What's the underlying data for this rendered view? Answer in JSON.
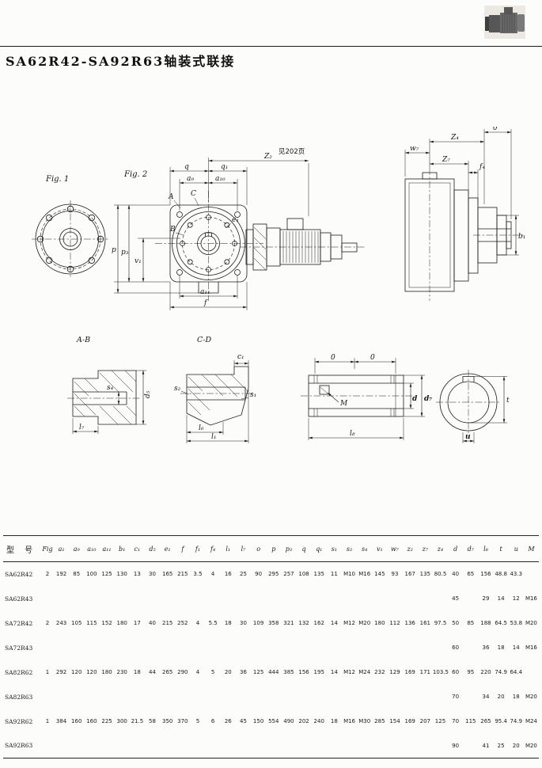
{
  "page": {
    "title": "SA62R42-SA92R63轴装式联接"
  },
  "figures": {
    "fig1_label": "Fig. 1",
    "fig2_label": "Fig. 2",
    "section_ab": "A-B",
    "section_cd": "C-D",
    "note": "见202页",
    "labels": {
      "q": "q",
      "q1": "q₁",
      "z2": "Z₂",
      "a9": "a₉",
      "a10": "a₁₀",
      "a11": "a₁₁",
      "f": "f",
      "p": "p",
      "p3": "p₃",
      "v1": "v₁",
      "A": "A",
      "B": "B",
      "C": "C",
      "e1": "e₁",
      "w7": "w₇",
      "z7": "Z₇",
      "z4": "Z₄",
      "o": "0",
      "f4": "f₄",
      "b1": "b₁",
      "s4": "s₄",
      "d5": "d₅",
      "l7": "l₇",
      "c1": "c₁",
      "s2": "s₂",
      "s1": "s₁",
      "l6": "l₆",
      "l1": "l₁",
      "M": "M",
      "d": "d",
      "d7": "d₇",
      "l8": "l₈",
      "t": "t",
      "u": "u"
    }
  },
  "table": {
    "model_header": "型  号",
    "columns": [
      "Fig",
      "a₁",
      "a₉",
      "a₁₀",
      "a₁₁",
      "b₁",
      "c₁",
      "d₅",
      "e₁",
      "f",
      "f₁",
      "f₄",
      "l₁",
      "l₇",
      "o",
      "p",
      "p₃",
      "q",
      "q₁",
      "s₁",
      "s₂",
      "s₄",
      "v₁",
      "w₇",
      "z₂",
      "z₇",
      "z₄",
      "d",
      "d₇",
      "l₈",
      "t",
      "u",
      "M"
    ],
    "rows": [
      {
        "model": "SA62R42",
        "values": [
          "2",
          "192",
          "85",
          "100",
          "125",
          "130",
          "13",
          "30",
          "165",
          "215",
          "3.5",
          "4",
          "16",
          "25",
          "90",
          "295",
          "257",
          "108",
          "135",
          "11",
          "M10",
          "M16",
          "145",
          "93",
          "167",
          "135",
          "80.5",
          "40",
          "65",
          "156",
          "48.8",
          "43.3",
          ""
        ]
      },
      {
        "model": "SA62R43",
        "values": [
          "",
          "",
          "",
          "",
          "",
          "",
          "",
          "",
          "",
          "",
          "",
          "",
          "",
          "",
          "",
          "",
          "",
          "",
          "",
          "",
          "",
          "",
          "",
          "",
          "",
          "",
          "",
          "45",
          "",
          "29",
          "14",
          "12",
          "M16"
        ]
      },
      {
        "model": "SA72R42",
        "values": [
          "2",
          "243",
          "105",
          "115",
          "152",
          "180",
          "17",
          "40",
          "215",
          "252",
          "4",
          "5.5",
          "18",
          "30",
          "109",
          "358",
          "321",
          "132",
          "162",
          "14",
          "M12",
          "M20",
          "180",
          "112",
          "136",
          "161",
          "97.5",
          "50",
          "85",
          "188",
          "64.5",
          "53.8",
          "M20"
        ]
      },
      {
        "model": "SA72R43",
        "values": [
          "",
          "",
          "",
          "",
          "",
          "",
          "",
          "",
          "",
          "",
          "",
          "",
          "",
          "",
          "",
          "",
          "",
          "",
          "",
          "",
          "",
          "",
          "",
          "",
          "",
          "",
          "",
          "60",
          "",
          "36",
          "18",
          "14",
          "M16"
        ]
      },
      {
        "model": "SA82R62",
        "values": [
          "1",
          "292",
          "120",
          "120",
          "180",
          "230",
          "18",
          "44",
          "265",
          "290",
          "4",
          "5",
          "20",
          "36",
          "125",
          "444",
          "385",
          "156",
          "195",
          "14",
          "M12",
          "M24",
          "232",
          "129",
          "169",
          "171",
          "103.5",
          "60",
          "95",
          "220",
          "74.9",
          "64.4",
          ""
        ]
      },
      {
        "model": "SA82R63",
        "values": [
          "",
          "",
          "",
          "",
          "",
          "",
          "",
          "",
          "",
          "",
          "",
          "",
          "",
          "",
          "",
          "",
          "",
          "",
          "",
          "",
          "",
          "",
          "",
          "",
          "",
          "",
          "",
          "70",
          "",
          "34",
          "20",
          "18",
          "M20"
        ]
      },
      {
        "model": "SA92R62",
        "values": [
          "1",
          "384",
          "160",
          "160",
          "225",
          "300",
          "21.5",
          "58",
          "350",
          "370",
          "5",
          "6",
          "26",
          "45",
          "150",
          "554",
          "490",
          "202",
          "240",
          "18",
          "M16",
          "M30",
          "285",
          "154",
          "169",
          "207",
          "125",
          "70",
          "115",
          "265",
          "95.4",
          "74.9",
          "M24"
        ]
      },
      {
        "model": "SA92R63",
        "values": [
          "",
          "",
          "",
          "",
          "",
          "",
          "",
          "",
          "",
          "",
          "",
          "",
          "",
          "",
          "",
          "",
          "",
          "",
          "",
          "",
          "",
          "",
          "",
          "",
          "",
          "",
          "",
          "90",
          "",
          "41",
          "25",
          "20",
          "M20"
        ]
      }
    ]
  }
}
